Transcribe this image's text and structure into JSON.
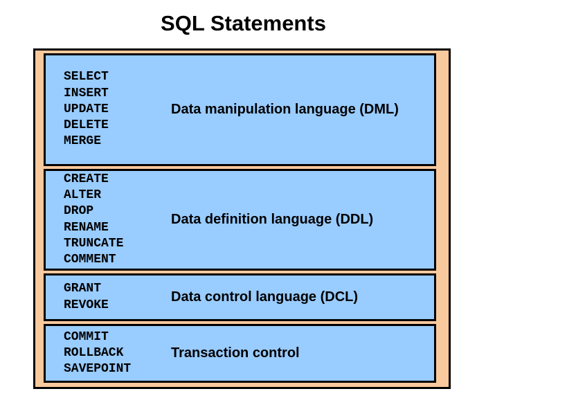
{
  "title": "SQL Statements",
  "groups": [
    {
      "category": "Data manipulation language (DML)",
      "commands": [
        "SELECT",
        "INSERT",
        "UPDATE",
        "DELETE",
        "MERGE"
      ]
    },
    {
      "category": "Data definition language (DDL)",
      "commands": [
        "CREATE",
        "ALTER",
        "DROP",
        "RENAME",
        "TRUNCATE",
        "COMMENT"
      ]
    },
    {
      "category": "Data control language (DCL)",
      "commands": [
        "GRANT",
        "REVOKE"
      ]
    },
    {
      "category": "Transaction control",
      "commands": [
        "COMMIT",
        "ROLLBACK",
        "SAVEPOINT"
      ]
    }
  ],
  "colors": {
    "outer_fill": "#f9c99e",
    "group_fill": "#99ccff",
    "border": "#000000"
  }
}
